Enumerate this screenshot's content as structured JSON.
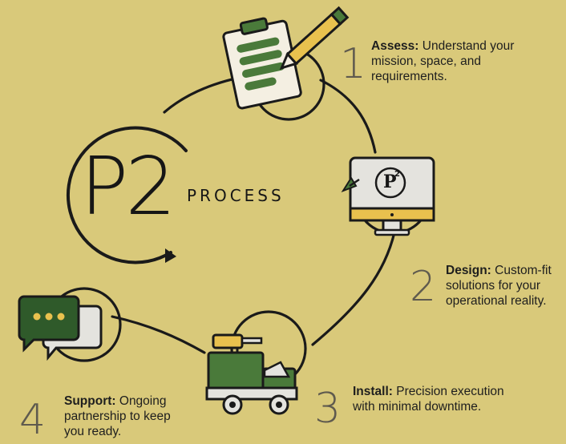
{
  "logo": {
    "mark": "P2",
    "word": "PROCESS",
    "monitor_badge_letter": "P",
    "monitor_badge_sup": "2"
  },
  "steps": [
    {
      "number": "1",
      "label": "Assess:",
      "text": " Understand your mission, space, and requirements.",
      "icon": "clipboard-pencil-icon"
    },
    {
      "number": "2",
      "label": "Design:",
      "text": " Custom-fit solutions for your operational reality.",
      "icon": "monitor-icon"
    },
    {
      "number": "3",
      "label": "Install:",
      "text": " Precision execution with minimal downtime.",
      "icon": "truck-icon"
    },
    {
      "number": "4",
      "label": "Support:",
      "text": " Ongoing partnership to keep you ready.",
      "icon": "chat-bubbles-icon"
    }
  ],
  "colors": {
    "background": "#d9c97a",
    "line": "#1a1a1a",
    "green": "#4a7a3a",
    "dark_green": "#2f5a2a",
    "paper": "#f4efe2",
    "gold": "#e9c14e",
    "screen": "#e4e3de"
  }
}
